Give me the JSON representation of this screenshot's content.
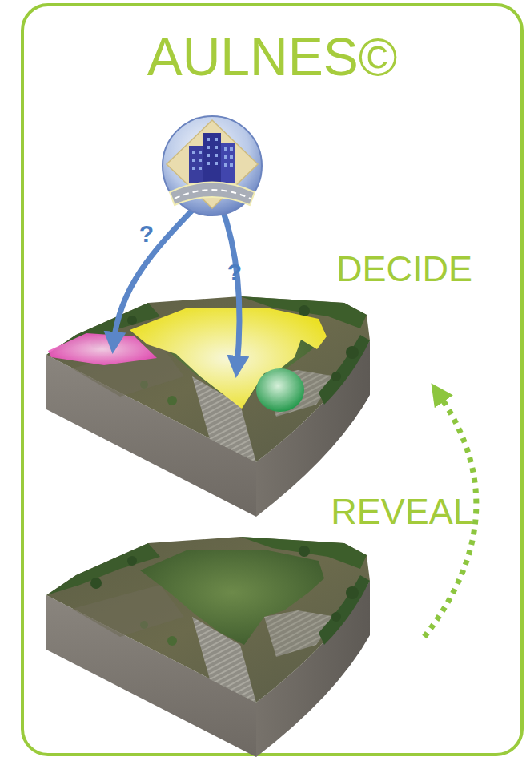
{
  "diagram": {
    "title": "AULNES©",
    "labels": [
      "?",
      "?",
      "DECIDE",
      "REVEAL"
    ]
  }
}
